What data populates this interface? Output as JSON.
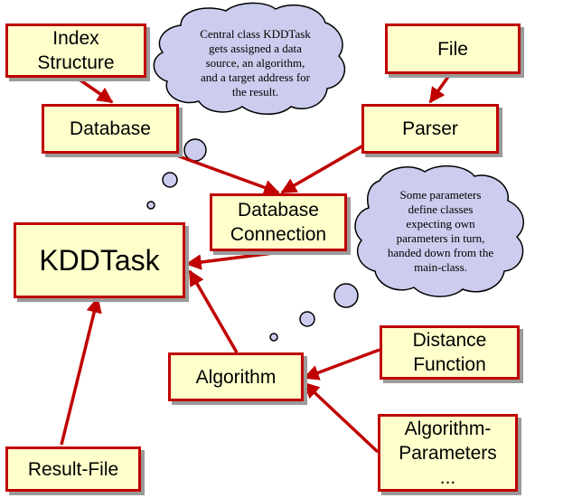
{
  "colors": {
    "box_fill": "#ffffcc",
    "box_border": "#c00000",
    "arrow": "#c00000",
    "cloud_fill": "#ccccee",
    "cloud_stroke": "#000000",
    "shadow": "#9a9a9a"
  },
  "nodes": {
    "index_structure": [
      "Index",
      "Structure"
    ],
    "database": [
      "Database"
    ],
    "file": [
      "File"
    ],
    "parser": [
      "Parser"
    ],
    "database_connection": [
      "Database",
      "Connection"
    ],
    "kddtask": [
      "KDDTask"
    ],
    "algorithm": [
      "Algorithm"
    ],
    "distance_function": [
      "Distance",
      "Function"
    ],
    "algorithm_parameters": [
      "Algorithm-",
      "Parameters",
      "..."
    ],
    "result_file": [
      "Result-File"
    ]
  },
  "clouds": {
    "central": [
      "Central class KDDTask",
      "gets assigned a data",
      "source, an algorithm,",
      "and a target address for",
      "the result."
    ],
    "parameters": [
      "Some parameters",
      "define classes",
      "expecting own",
      "parameters in turn,",
      "handed down from the",
      "main-class."
    ]
  },
  "edges": [
    {
      "from": "index_structure",
      "to": "database"
    },
    {
      "from": "file",
      "to": "parser"
    },
    {
      "from": "database",
      "to": "database_connection"
    },
    {
      "from": "parser",
      "to": "database_connection"
    },
    {
      "from": "database_connection",
      "to": "kddtask"
    },
    {
      "from": "algorithm",
      "to": "kddtask"
    },
    {
      "from": "distance_function",
      "to": "algorithm"
    },
    {
      "from": "algorithm_parameters",
      "to": "algorithm"
    },
    {
      "from": "result_file",
      "to": "kddtask"
    }
  ]
}
